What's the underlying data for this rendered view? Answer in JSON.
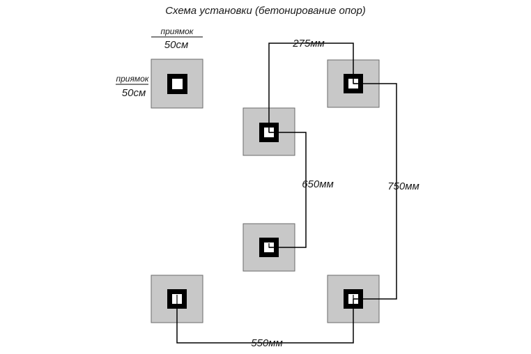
{
  "title": "Схема установки (бетонирование опор)",
  "legend": {
    "top_label": "приямок",
    "top_size": "50см",
    "side_label": "приямок",
    "side_size": "50см"
  },
  "dimensions": {
    "top_span": "275мм",
    "middle_span": "650мм",
    "right_span": "750мм",
    "bottom_span": "550мм"
  }
}
